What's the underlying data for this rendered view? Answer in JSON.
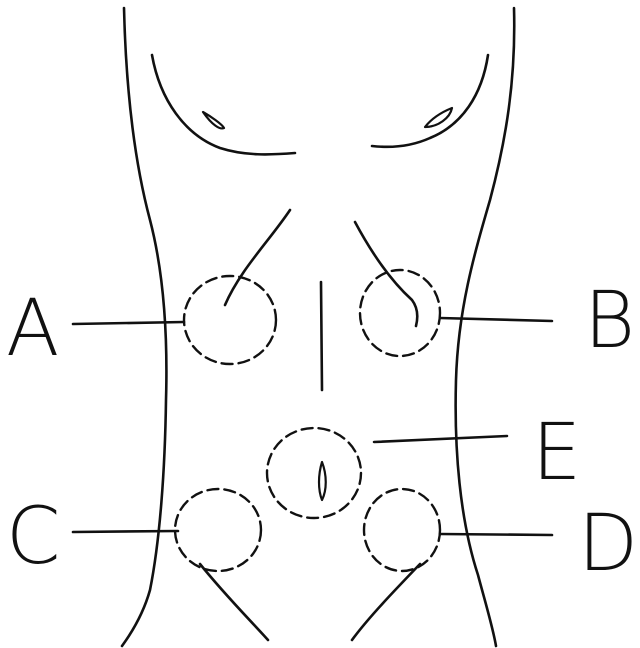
{
  "regions": [
    {
      "id": "A",
      "label": "A"
    },
    {
      "id": "B",
      "label": "B"
    },
    {
      "id": "C",
      "label": "C"
    },
    {
      "id": "D",
      "label": "D"
    },
    {
      "id": "E",
      "label": "E"
    }
  ],
  "colors": {
    "ink": "#111111",
    "background": "#ffffff"
  }
}
